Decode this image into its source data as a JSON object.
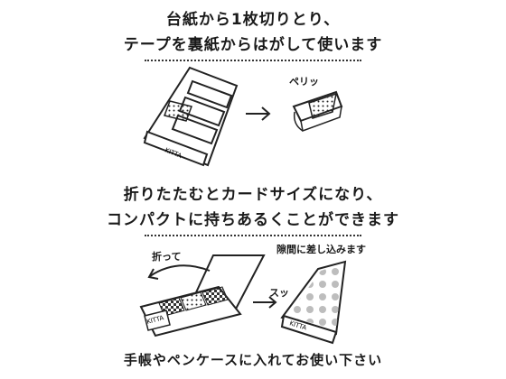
{
  "section1": {
    "line1": "台紙から1枚切りとり、",
    "line2": "テープを裏紙からはがして使います",
    "peel_label": "ペリッ",
    "brand": "KITTA"
  },
  "section2": {
    "line1": "折りたたむとカードサイズになり、",
    "line2": "コンパクトに持ちあるくことができます",
    "fold_label": "折って",
    "insert_label": "隙間に差し込みます",
    "slide_label": "スッ",
    "brand": "KITTA"
  },
  "footer": {
    "text": "手帳やペンケースに入れてお使い下さい"
  }
}
